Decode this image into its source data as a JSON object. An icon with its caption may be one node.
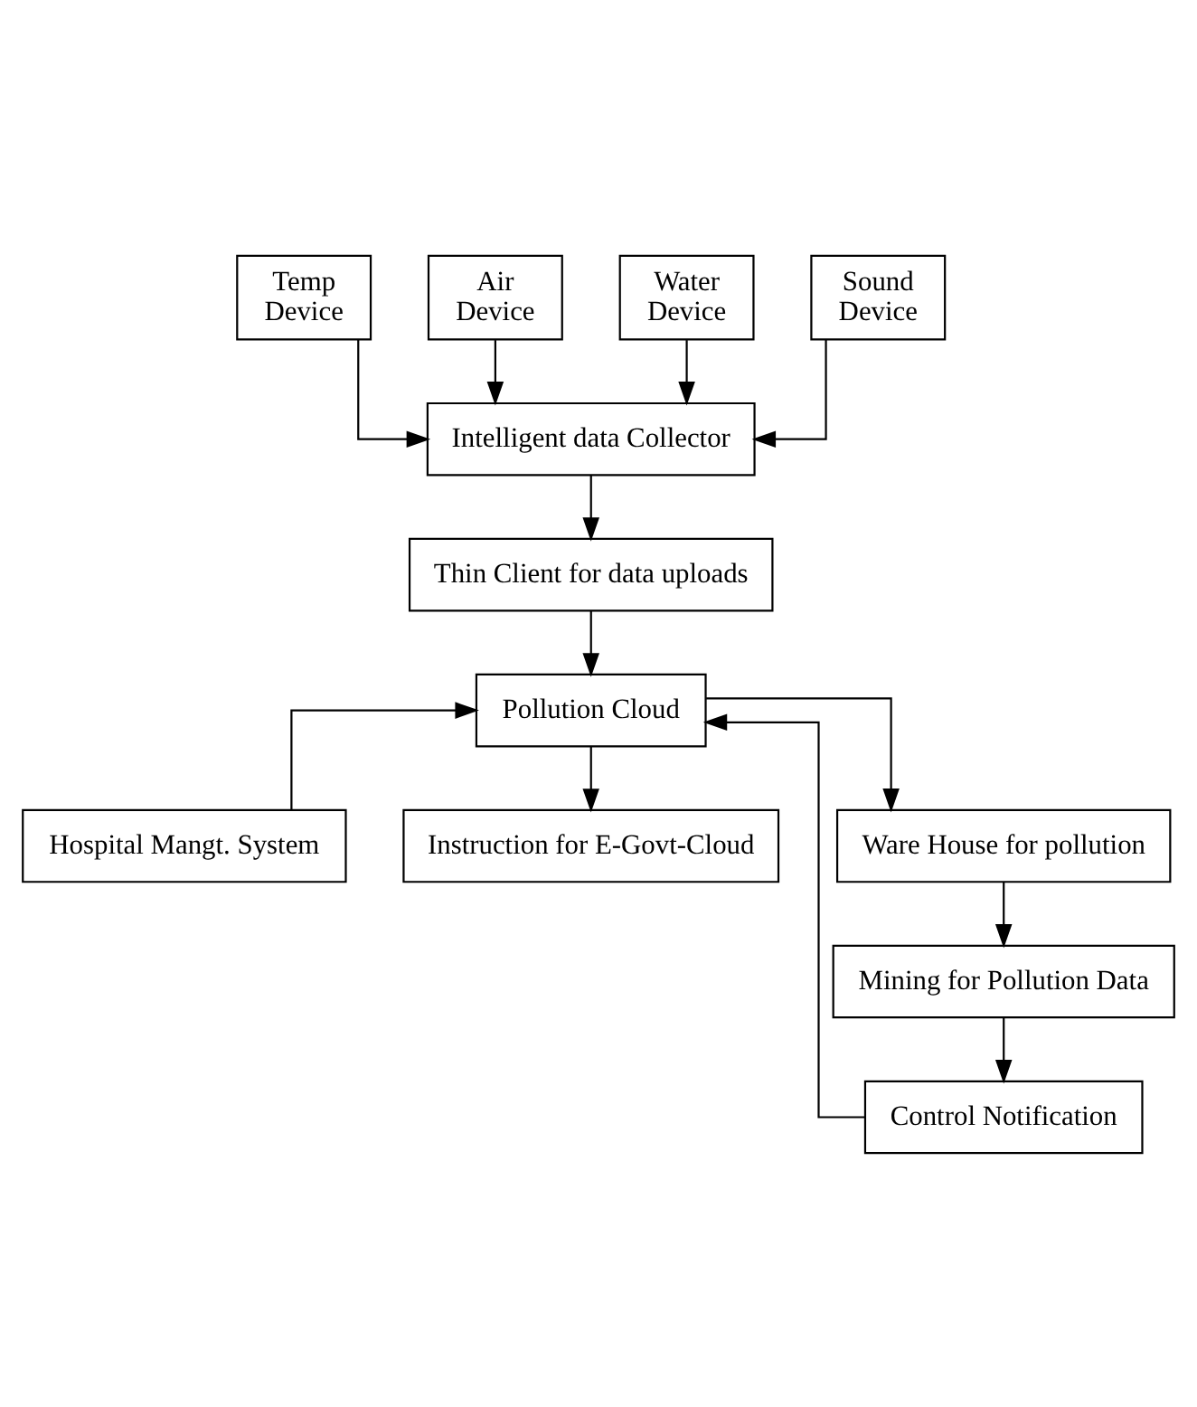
{
  "diagram": {
    "nodes": [
      {
        "text": [
          "Temp Device"
        ]
      },
      {
        "text": [
          "Air Device"
        ]
      },
      {
        "text": [
          "Water Device"
        ]
      },
      {
        "text": [
          "Sound Device"
        ]
      },
      {
        "text": [
          "Intelligent data Collector"
        ]
      },
      {
        "text": [
          "Thin Client for data uploads"
        ]
      },
      {
        "text": [
          "Hospital Mangt. System"
        ]
      },
      {
        "text": [
          "Instruction for E-Govt-Cloud"
        ]
      },
      {
        "text": [
          "Pollution Cloud"
        ]
      },
      {
        "text": [
          "Ware House for pollution"
        ]
      },
      {
        "text": [
          "Mining for Pollution Data"
        ]
      },
      {
        "text": [
          "Control Notification"
        ]
      }
    ],
    "edges": [
      {
        "from": 0,
        "to": 4,
        "arrow": "to"
      },
      {
        "from": 1,
        "to": 4,
        "arrow": "to"
      },
      {
        "from": 2,
        "to": 4,
        "arrow": "to"
      },
      {
        "from": 3,
        "to": 4,
        "arrow": "to"
      },
      {
        "from": 4,
        "to": 5,
        "arrow": "to"
      },
      {
        "from": 5,
        "to": 8,
        "arrow": "to"
      },
      {
        "from": 6,
        "to": 8,
        "arrow": "to"
      },
      {
        "from": 8,
        "to": 7,
        "arrow": "to"
      },
      {
        "from": 8,
        "to": 9,
        "arrow": "to"
      },
      {
        "from": 9,
        "to": 10,
        "arrow": "to"
      },
      {
        "from": 10,
        "to": 11,
        "arrow": "to"
      },
      {
        "from": 11,
        "to": 8,
        "arrow": "to"
      }
    ]
  }
}
